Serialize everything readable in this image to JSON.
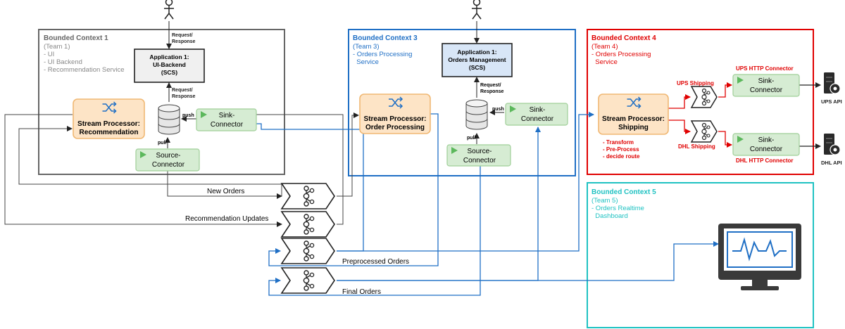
{
  "colors": {
    "bc1": "#666666",
    "bc3": "#1f6fc5",
    "bc4": "#e00000",
    "bc5": "#1fc2c2",
    "proc_fill": "#fde4c6",
    "proc_stroke": "#f0b874",
    "conn_fill": "#d6ecd3",
    "conn_stroke": "#9fcf98",
    "app1_fill": "#f0f0f0",
    "app3_fill": "#d8e6f7",
    "flow_blue": "#1f6fc5",
    "red": "#e00000"
  },
  "bc1": {
    "title": "Bounded Context 1",
    "lines": [
      "(Team 1)",
      "- UI",
      "- UI Backend",
      "- Recommendation Service"
    ],
    "app": [
      "Application 1:",
      "UI-Backend",
      "(SCS)"
    ],
    "req": [
      "Request/",
      "Response"
    ],
    "req2": [
      "Request/",
      "Response"
    ],
    "processor": [
      "Stream Processor:",
      "Recommendation"
    ],
    "sink": [
      "Sink-",
      "Connector"
    ],
    "source": [
      "Source-",
      "Connector"
    ],
    "push": "push",
    "pull": "pull"
  },
  "bc3": {
    "title": "Bounded Context 3",
    "lines": [
      "(Team 3)",
      "- Orders Processing",
      "  Service"
    ],
    "app": [
      "Application 1:",
      "Orders Management",
      "(SCS)"
    ],
    "req": [
      "Request/",
      "Response"
    ],
    "processor": [
      "Stream Processor:",
      "Order Processing"
    ],
    "sink": [
      "Sink-",
      "Connector"
    ],
    "source": [
      "Source-",
      "Connector"
    ],
    "push": "push",
    "pull": "pull"
  },
  "bc4": {
    "title": "Bounded Context 4",
    "lines": [
      "(Team 4)",
      "- Orders Processing",
      "  Service"
    ],
    "processor": [
      "Stream Processor:",
      "Shipping"
    ],
    "notes": [
      "- Transform",
      "- Pre-Process",
      "- decide route"
    ],
    "ups_shipping": "UPS Shipping",
    "dhl_shipping": "DHL Shipping",
    "ups_http": "UPS HTTP Connector",
    "dhl_http": "DHL HTTP Connector",
    "sink_ups": [
      "Sink-",
      "Connector"
    ],
    "sink_dhl": [
      "Sink-",
      "Connector"
    ],
    "ups_api": "UPS API",
    "dhl_api": "DHL API"
  },
  "bc5": {
    "title": "Bounded Context 5",
    "lines": [
      "(Team 5)",
      "- Orders Realtime",
      "  Dashboard"
    ]
  },
  "topics": {
    "new_orders": "New Orders",
    "recommendation_updates": "Recommendation Updates",
    "preprocessed_orders": "Preprocessed Orders",
    "final_orders": "Final Orders"
  },
  "icons": {
    "actor": "person-icon",
    "processor": "shuffle-icon",
    "connector": "play-arrow-icon",
    "database": "database-icon",
    "topic": "kafka-topic-icon",
    "server": "server-gear-icon",
    "dashboard": "monitor-icon"
  }
}
